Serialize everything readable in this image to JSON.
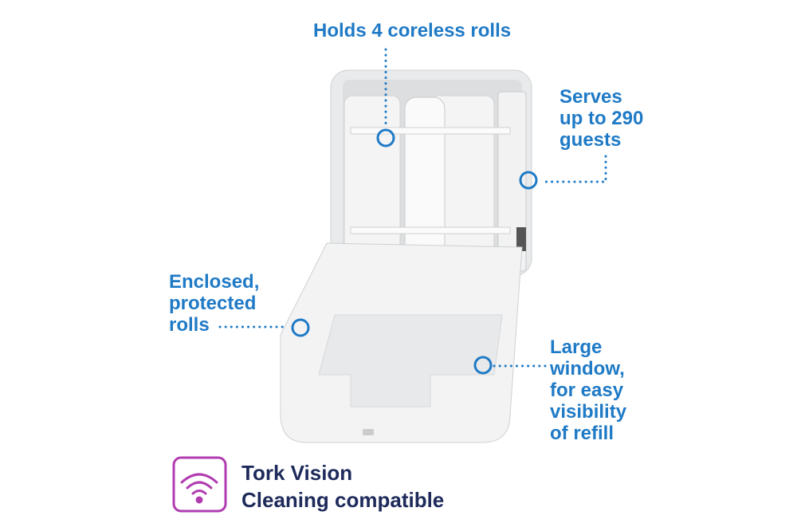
{
  "callouts": {
    "rolls": "Holds 4 coreless rolls",
    "guests": [
      "Serves",
      "up to 290",
      "guests"
    ],
    "enclosed": [
      "Enclosed,",
      "protected",
      "rolls"
    ],
    "window": [
      "Large",
      "window,",
      "for easy",
      "visibility",
      "of refill"
    ]
  },
  "badge": {
    "icon": "wifi-signal-icon",
    "lines": [
      "Tork Vision",
      "Cleaning compatible"
    ]
  },
  "colors": {
    "callout": "#1f7ac6",
    "badge_text": "#1d2a5a",
    "badge_icon": "#b03cb0"
  }
}
